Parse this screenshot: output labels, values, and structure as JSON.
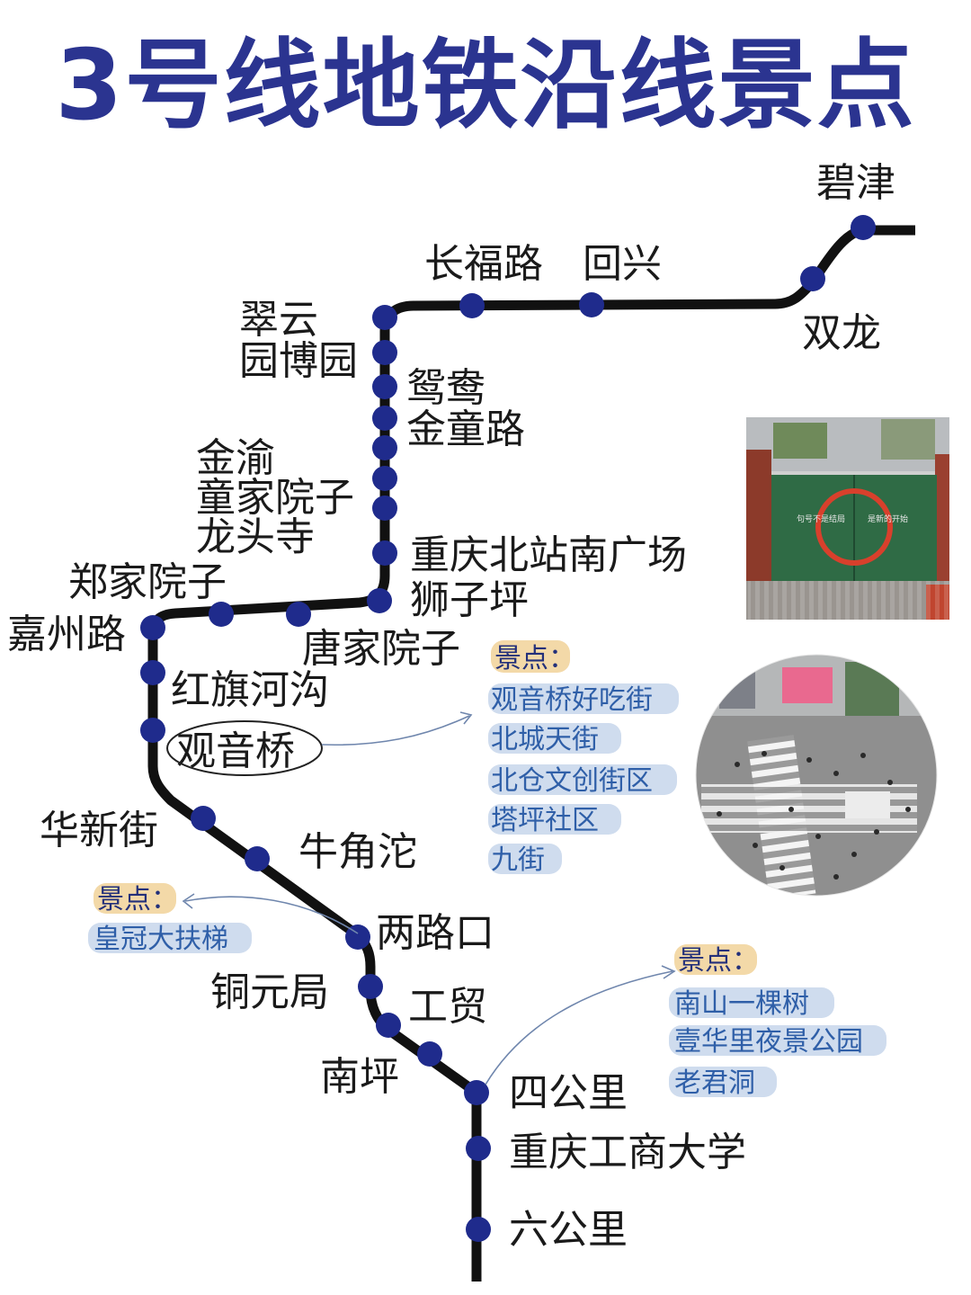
{
  "title": "3号线地铁沿线景点",
  "colors": {
    "title": "#2b3490",
    "line": "#111111",
    "station_dot": "#1f2b8c",
    "attraction_text": "#2f5fa8",
    "header_highlight": "#f3d9a8",
    "attraction_highlight": "#cfdcee"
  },
  "stations": {
    "bijin": "碧津",
    "shuanglong": "双龙",
    "huixing": "回兴",
    "changfulu": "长福路",
    "cuiyun": "翠云",
    "yuanboyuan": "园博园",
    "yuanyang": "鸳鸯",
    "jintonglu": "金童路",
    "jinyu": "金渝",
    "tongjiayuanzi": "童家院子",
    "longtousi": "龙头寺",
    "chongqingbeizhan": "重庆北站南广场",
    "shiziping": "狮子坪",
    "zhengjiayuanzi": "郑家院子",
    "tangjiayuanzi": "唐家院子",
    "jiazhoulu": "嘉州路",
    "hongqihegou": "红旗河沟",
    "guanyinqiao": "观音桥",
    "huaxinjie": "华新街",
    "niujiaotuo": "牛角沱",
    "lianglukou": "两路口",
    "tongyuanju": "铜元局",
    "gongmao": "工贸",
    "nanping": "南坪",
    "sigongli": "四公里",
    "ctbu": "重庆工商大学",
    "liugongli": "六公里"
  },
  "attractions": {
    "guanyinqiao": {
      "header": "景点：",
      "items": [
        "观音桥好吃街",
        "北城天街",
        "北仓文创街区",
        "塔坪社区",
        "九街"
      ]
    },
    "lianglukou": {
      "header": "景点：",
      "items": [
        "皇冠大扶梯"
      ]
    },
    "sigongli": {
      "header": "景点：",
      "items": [
        "南山一棵树",
        "壹华里夜景公园",
        "老君洞"
      ]
    }
  },
  "photos": {
    "gate": {
      "left_text": "句号不是结局",
      "right_text": "是新的开始"
    }
  },
  "icons": [
    "circled-guanyinqiao-outline",
    "arrow-icon"
  ]
}
